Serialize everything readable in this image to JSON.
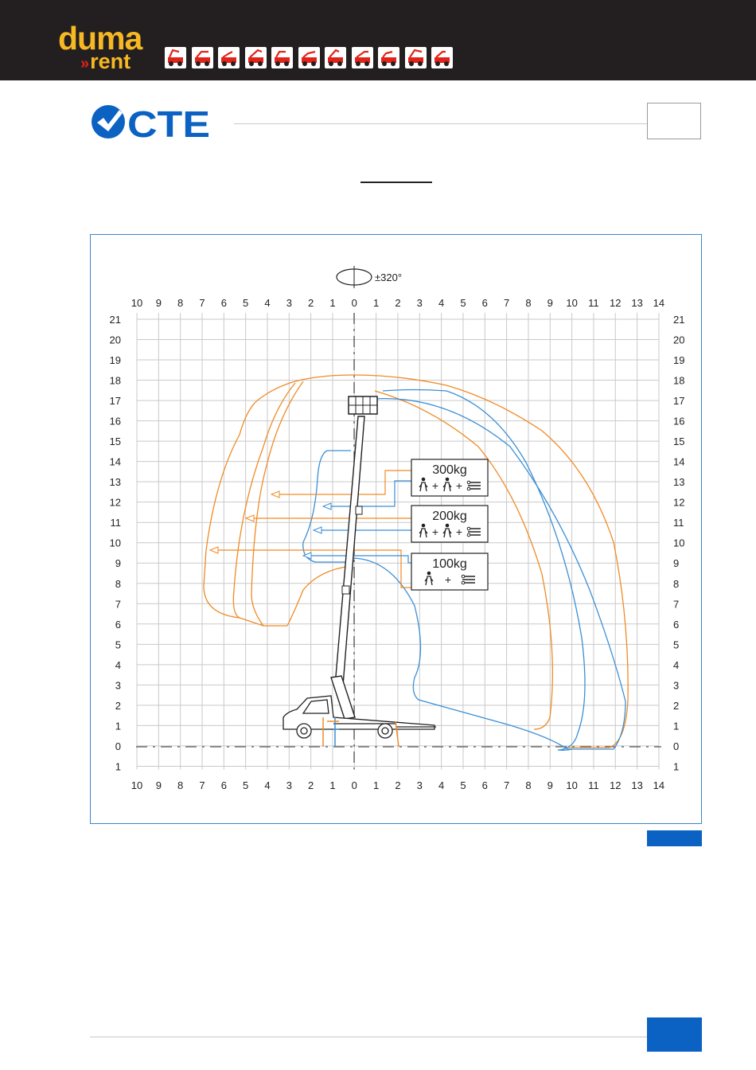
{
  "header": {
    "brand_top": "duma",
    "brand_chevron": "»",
    "brand_bottom": "rent",
    "brand_color": "#f6b823",
    "accent_red": "#e2231a",
    "bar_color": "#231f20",
    "equipment_icons": [
      "forklift-icon",
      "warehouse-forklift-icon",
      "scissor-lift-icon",
      "mini-excavator-icon",
      "skid-steer-icon",
      "backhoe-loader-icon",
      "telehandler-icon",
      "boom-lift-icon",
      "tracked-boom-icon",
      "articulated-lift-icon",
      "trailer-lift-icon"
    ]
  },
  "logo": {
    "text": "CTE",
    "color": "#0b62c3"
  },
  "diagram": {
    "rotation_label": "±320°",
    "x_ticks": [
      "10",
      "9",
      "8",
      "7",
      "6",
      "5",
      "4",
      "3",
      "2",
      "1",
      "0",
      "1",
      "2",
      "3",
      "4",
      "5",
      "6",
      "7",
      "8",
      "9",
      "10",
      "11",
      "12",
      "13",
      "14"
    ],
    "y_ticks": [
      "21",
      "20",
      "19",
      "18",
      "17",
      "16",
      "15",
      "14",
      "13",
      "12",
      "11",
      "10",
      "9",
      "8",
      "7",
      "6",
      "5",
      "4",
      "3",
      "2",
      "1",
      "0",
      "1"
    ],
    "load_boxes": [
      {
        "label": "300kg",
        "persons": 2
      },
      {
        "label": "200kg",
        "persons": 2
      },
      {
        "label": "100kg",
        "persons": 1
      }
    ],
    "colors": {
      "orange": "#f08a24",
      "blue": "#3a8fd6",
      "grid": "#c9c9c9",
      "frame": "#3a87c8"
    }
  },
  "accent_blue": "#0b62c3"
}
